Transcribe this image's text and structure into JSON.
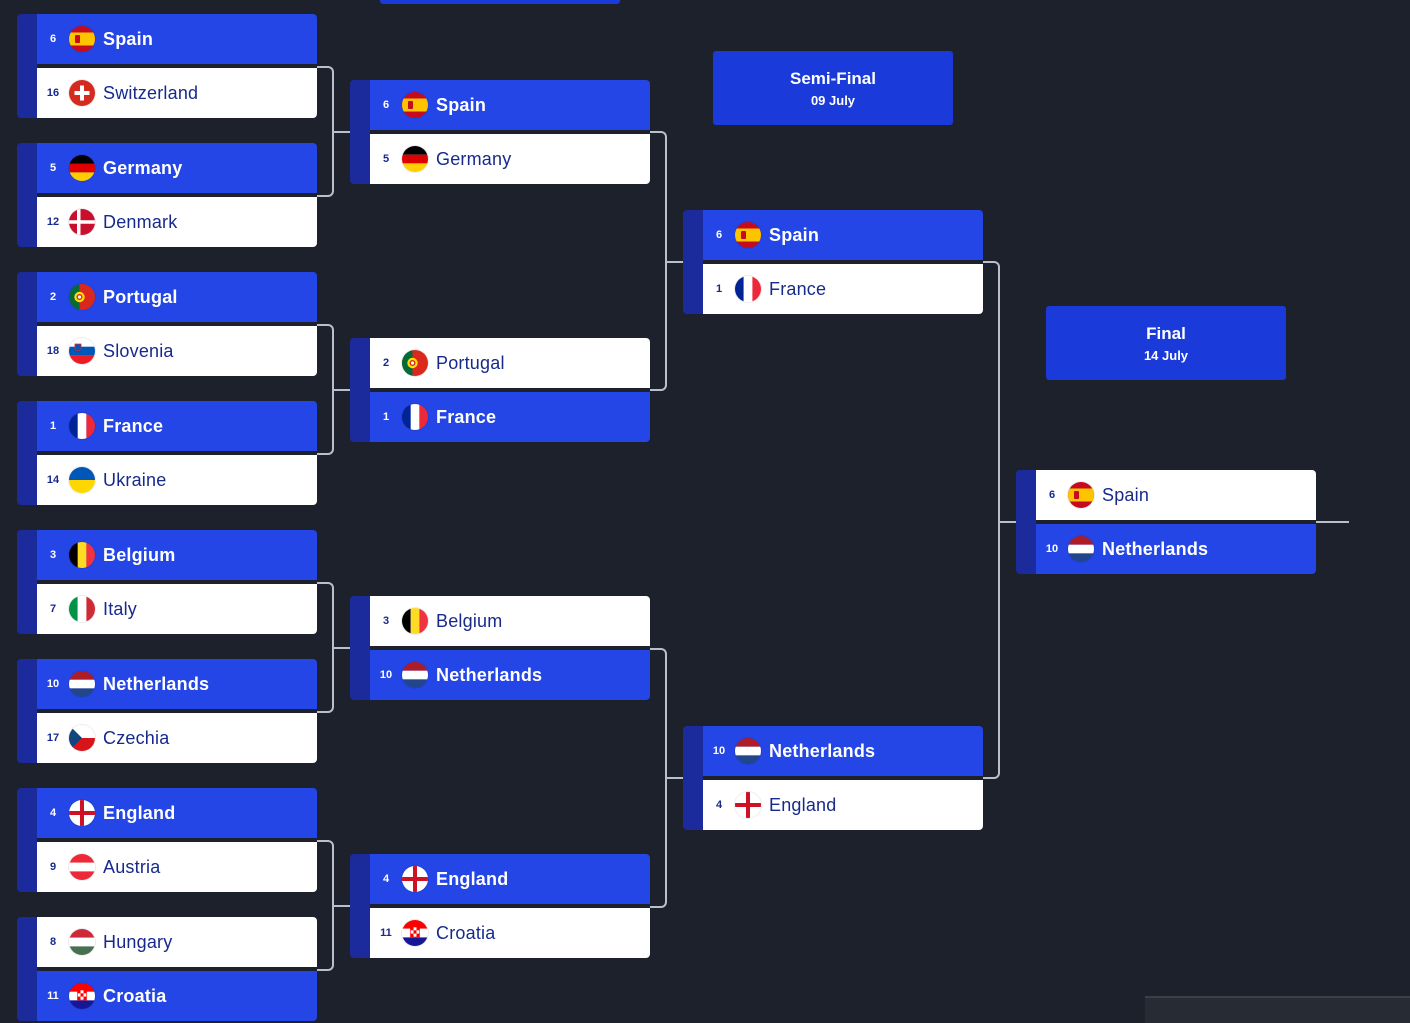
{
  "colors": {
    "background": "#1c212b",
    "winner_row": "#2546e6",
    "loser_row": "#ffffff",
    "loser_text": "#172a8c",
    "header_bg": "#1a3ad9",
    "connector": "#b9c0cc"
  },
  "round_headers": {
    "semi_final": {
      "title": "Semi-Final",
      "date": "09 July"
    },
    "final": {
      "title": "Final",
      "date": "14 July"
    }
  },
  "matches": {
    "r16_1": {
      "team1": {
        "seed": "6",
        "name": "Spain",
        "flag": "spain-flag-icon",
        "winner": true
      },
      "team2": {
        "seed": "16",
        "name": "Switzerland",
        "flag": "switzerland-flag-icon",
        "winner": false
      }
    },
    "r16_2": {
      "team1": {
        "seed": "5",
        "name": "Germany",
        "flag": "germany-flag-icon",
        "winner": true
      },
      "team2": {
        "seed": "12",
        "name": "Denmark",
        "flag": "denmark-flag-icon",
        "winner": false
      }
    },
    "r16_3": {
      "team1": {
        "seed": "2",
        "name": "Portugal",
        "flag": "portugal-flag-icon",
        "winner": true
      },
      "team2": {
        "seed": "18",
        "name": "Slovenia",
        "flag": "slovenia-flag-icon",
        "winner": false
      }
    },
    "r16_4": {
      "team1": {
        "seed": "1",
        "name": "France",
        "flag": "france-flag-icon",
        "winner": true
      },
      "team2": {
        "seed": "14",
        "name": "Ukraine",
        "flag": "ukraine-flag-icon",
        "winner": false
      }
    },
    "r16_5": {
      "team1": {
        "seed": "3",
        "name": "Belgium",
        "flag": "belgium-flag-icon",
        "winner": true
      },
      "team2": {
        "seed": "7",
        "name": "Italy",
        "flag": "italy-flag-icon",
        "winner": false
      }
    },
    "r16_6": {
      "team1": {
        "seed": "10",
        "name": "Netherlands",
        "flag": "netherlands-flag-icon",
        "winner": true
      },
      "team2": {
        "seed": "17",
        "name": "Czechia",
        "flag": "czechia-flag-icon",
        "winner": false
      }
    },
    "r16_7": {
      "team1": {
        "seed": "4",
        "name": "England",
        "flag": "england-flag-icon",
        "winner": true
      },
      "team2": {
        "seed": "9",
        "name": "Austria",
        "flag": "austria-flag-icon",
        "winner": false
      }
    },
    "r16_8": {
      "team1": {
        "seed": "8",
        "name": "Hungary",
        "flag": "hungary-flag-icon",
        "winner": false
      },
      "team2": {
        "seed": "11",
        "name": "Croatia",
        "flag": "croatia-flag-icon",
        "winner": true
      }
    },
    "qf_1": {
      "team1": {
        "seed": "6",
        "name": "Spain",
        "flag": "spain-flag-icon",
        "winner": true
      },
      "team2": {
        "seed": "5",
        "name": "Germany",
        "flag": "germany-flag-icon",
        "winner": false
      }
    },
    "qf_2": {
      "team1": {
        "seed": "2",
        "name": "Portugal",
        "flag": "portugal-flag-icon",
        "winner": false
      },
      "team2": {
        "seed": "1",
        "name": "France",
        "flag": "france-flag-icon",
        "winner": true
      }
    },
    "qf_3": {
      "team1": {
        "seed": "3",
        "name": "Belgium",
        "flag": "belgium-flag-icon",
        "winner": false
      },
      "team2": {
        "seed": "10",
        "name": "Netherlands",
        "flag": "netherlands-flag-icon",
        "winner": true
      }
    },
    "qf_4": {
      "team1": {
        "seed": "4",
        "name": "England",
        "flag": "england-flag-icon",
        "winner": true
      },
      "team2": {
        "seed": "11",
        "name": "Croatia",
        "flag": "croatia-flag-icon",
        "winner": false
      }
    },
    "sf_1": {
      "team1": {
        "seed": "6",
        "name": "Spain",
        "flag": "spain-flag-icon",
        "winner": true
      },
      "team2": {
        "seed": "1",
        "name": "France",
        "flag": "france-flag-icon",
        "winner": false
      }
    },
    "sf_2": {
      "team1": {
        "seed": "10",
        "name": "Netherlands",
        "flag": "netherlands-flag-icon",
        "winner": true
      },
      "team2": {
        "seed": "4",
        "name": "England",
        "flag": "england-flag-icon",
        "winner": false
      }
    },
    "final": {
      "team1": {
        "seed": "6",
        "name": "Spain",
        "flag": "spain-flag-icon",
        "winner": false
      },
      "team2": {
        "seed": "10",
        "name": "Netherlands",
        "flag": "netherlands-flag-icon",
        "winner": true
      }
    }
  }
}
